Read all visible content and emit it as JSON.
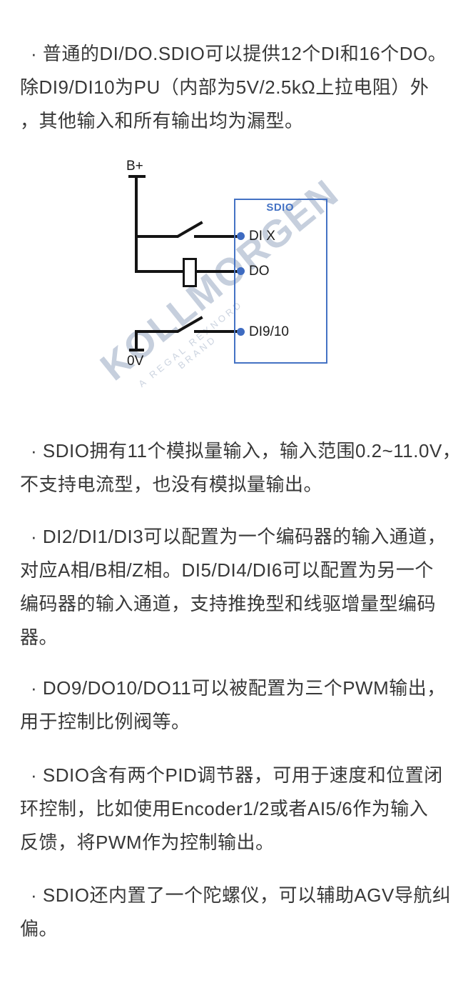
{
  "paragraphs": [
    {
      "lines": [
        "· 普通的DI/DO.SDIO可以提供12个DI和16个DO。",
        "除DI9/DI10为PU（内部为5V/2.5kΩ上拉电阻）外",
        "，其他输入和所有输出均为漏型。"
      ]
    },
    {
      "lines": [
        "· SDIO拥有11个模拟量输入，输入范围0.2~11.0V，",
        "不支持电流型，也没有模拟量输出。"
      ]
    },
    {
      "lines": [
        "· DI2/DI1/DI3可以配置为一个编码器的输入通道，",
        "对应A相/B相/Z相。DI5/DI4/DI6可以配置为另一个",
        "编码器的输入通道，支持推挽型和线驱增量型编码",
        "器。"
      ]
    },
    {
      "lines": [
        "· DO9/DO10/DO11可以被配置为三个PWM输出，",
        "用于控制比例阀等。"
      ]
    },
    {
      "lines": [
        "· SDIO含有两个PID调节器，可用于速度和位置闭",
        "环控制，比如使用Encoder1/2或者AI5/6作为输入",
        "反馈，将PWM作为控制输出。"
      ]
    },
    {
      "lines": [
        "· SDIO还内置了一个陀螺仪，可以辅助AGV导航纠",
        "偏。"
      ]
    }
  ],
  "diagram": {
    "labels": {
      "b_plus": "B+",
      "zero_v": "0V",
      "di_x": "DI X",
      "do_": "DO",
      "di9_10": "DI9/10",
      "box": "SDIO"
    },
    "watermark": {
      "text": "KOLLMORGEN",
      "tagline": "A REGAL REXNORD BRAND"
    },
    "colors": {
      "line": "#141414",
      "box_border": "#4472c4",
      "pin_dot": "#3e6bc1",
      "watermark": "#c6cfdd",
      "body_text": "#383838"
    }
  }
}
